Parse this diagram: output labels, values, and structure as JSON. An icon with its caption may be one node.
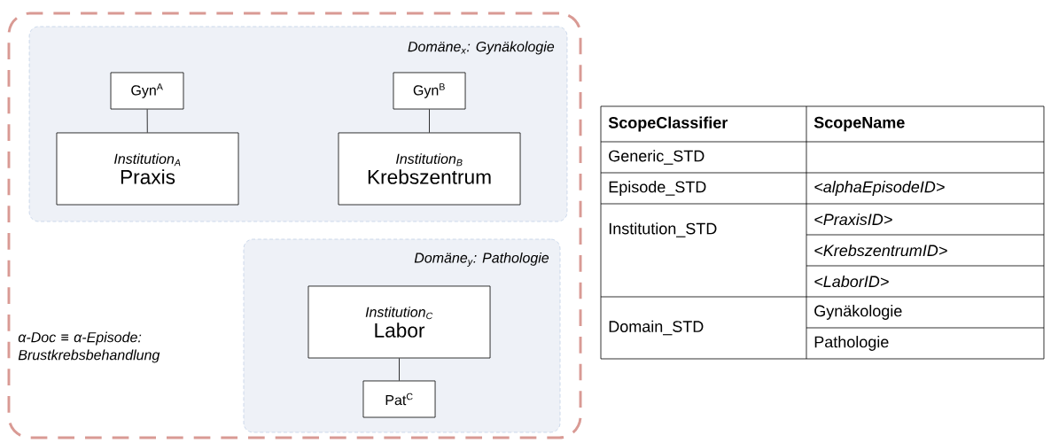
{
  "diagram": {
    "nodes": [
      {
        "text": [
          "α-Doc ≡ α-Episode: Brustkrebsbehandlung"
        ]
      },
      {
        "text": [
          "Domäne$_{x}$: Gynäkologie"
        ],
        "in": 0
      },
      {
        "text": [
          "Gyn$^{A}$"
        ],
        "in": 1
      },
      {
        "text": [
          "Institution$_{A}$",
          "Praxis"
        ],
        "in": 1
      },
      {
        "text": [
          "Gyn$^{B}$"
        ],
        "in": 1
      },
      {
        "text": [
          "Institution$_{B}$",
          "Krebszentrum"
        ],
        "in": 1
      },
      {
        "text": [
          "Domäne$_{y}$: Pathologie"
        ],
        "in": 0
      },
      {
        "text": [
          "Institution$_{C}$",
          "Labor"
        ],
        "in": 6
      },
      {
        "text": [
          "Pat$^{C}$"
        ],
        "in": 6
      }
    ],
    "edges": [
      {
        "from": 2,
        "to": 3,
        "arrow": "none"
      },
      {
        "from": 4,
        "to": 5,
        "arrow": "none"
      },
      {
        "from": 7,
        "to": 8,
        "arrow": "none"
      }
    ],
    "labels": [
      "ScopeClassifier",
      "ScopeName",
      "Generic_STD",
      "Episode_STD",
      "<alphaEpisodeID>",
      "Institution_STD",
      "<PraxisID>",
      "<KrebszentrumID>",
      "<LaborID>",
      "Domain_STD",
      "Gynäkologie",
      "Pathologie"
    ]
  }
}
